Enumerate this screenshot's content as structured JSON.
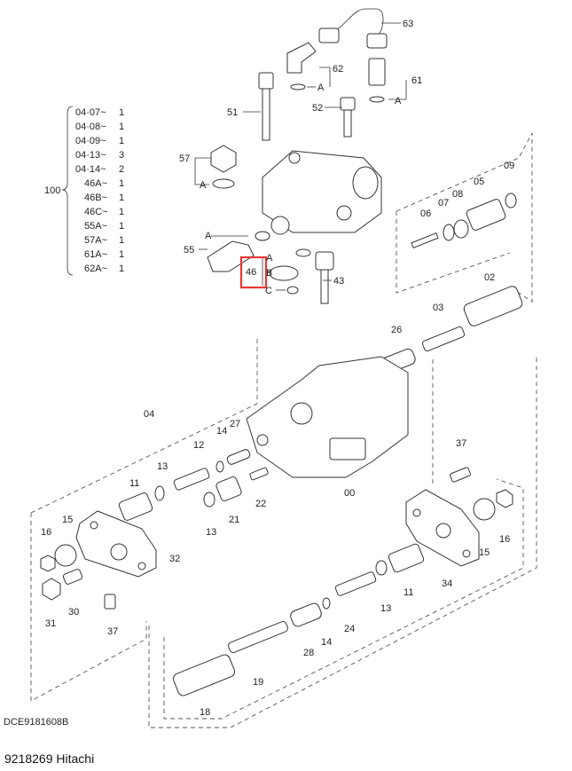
{
  "document": {
    "drawing_code": "DCE9181608B",
    "caption": "9218269 Hitachi"
  },
  "highlight": {
    "part": "46",
    "color": "#e53935"
  },
  "kit": {
    "label": "100",
    "entries": [
      {
        "code": "04·07~",
        "qty": "1"
      },
      {
        "code": "04·08~",
        "qty": "1"
      },
      {
        "code": "04·09~",
        "qty": "1"
      },
      {
        "code": "04·13~",
        "qty": "3"
      },
      {
        "code": "04·14~",
        "qty": "2"
      },
      {
        "code": "46A~",
        "qty": "1"
      },
      {
        "code": "46B~",
        "qty": "1"
      },
      {
        "code": "46C~",
        "qty": "1"
      },
      {
        "code": "55A~",
        "qty": "1"
      },
      {
        "code": "57A~",
        "qty": "1"
      },
      {
        "code": "61A~",
        "qty": "1"
      },
      {
        "code": "62A~",
        "qty": "1"
      }
    ]
  },
  "callouts": {
    "p63": "63",
    "p62": "62",
    "p61": "61",
    "p51": "51",
    "p52": "52",
    "p57": "57",
    "p55": "55",
    "p46": "46",
    "p43": "43",
    "p09": "09",
    "p08": "08",
    "p07": "07",
    "p06": "06",
    "p05": "05",
    "p02": "02",
    "p03": "03",
    "p26": "26",
    "p04": "04",
    "p27": "27",
    "p14a": "14",
    "p12": "12",
    "p13a": "13",
    "p11a": "11",
    "p22": "22",
    "p21": "21",
    "p13b": "13",
    "p00": "00",
    "p37a": "37",
    "p15a": "15",
    "p16a": "16",
    "p32": "32",
    "p30": "30",
    "p31": "31",
    "p37b": "37",
    "p15b": "15",
    "p16b": "16",
    "p34": "34",
    "p11b": "11",
    "p13c": "13",
    "p24": "24",
    "p14b": "14",
    "p28": "28",
    "p19": "19",
    "p18": "18"
  },
  "sub_letters": {
    "a1": "A",
    "a2": "A",
    "a3": "A",
    "a4": "A",
    "a5": "A",
    "b1": "B",
    "c1": "C"
  }
}
